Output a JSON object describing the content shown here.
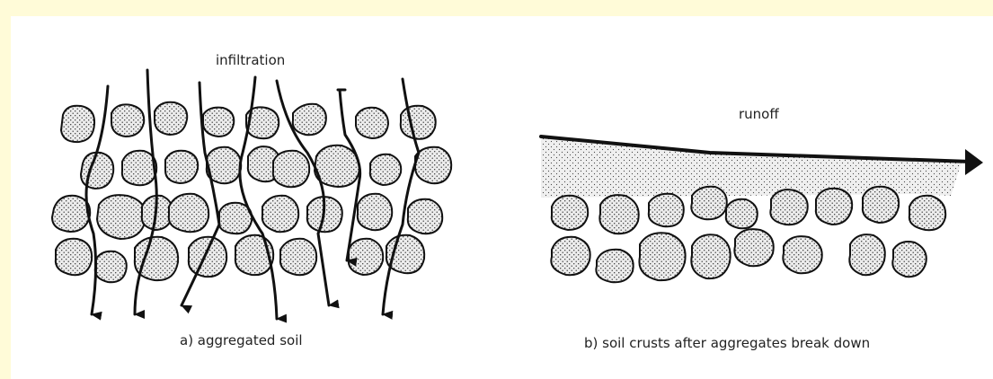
{
  "panel_a": {
    "top_label": "infiltration",
    "caption": "a) aggregated soil"
  },
  "panel_b": {
    "top_label": "runoff",
    "caption": "b) soil crusts after aggregates break down"
  },
  "colors": {
    "background": "#fffbd8",
    "panel": "#ffffff",
    "aggregate_fill": "#e6e6e6",
    "stroke": "#111111"
  }
}
